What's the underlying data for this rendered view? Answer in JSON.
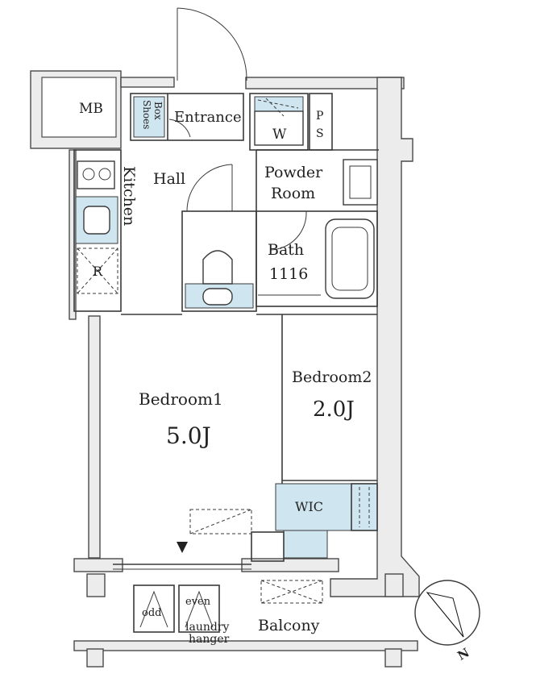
{
  "rooms": {
    "mb": "MB",
    "shoes_box": [
      "Shoes",
      "Box"
    ],
    "entrance": "Entrance",
    "washer": "W",
    "ps": [
      "P",
      "S"
    ],
    "hall": "Hall",
    "powder_room": [
      "Powder",
      "Room"
    ],
    "kitchen": "Kitchen",
    "refrigerator": "R",
    "bath": [
      "Bath",
      "1116"
    ],
    "bedroom1": {
      "name": "Bedroom1",
      "size": "5.0J"
    },
    "bedroom2": {
      "name": "Bedroom2",
      "size": "2.0J"
    },
    "wic": "WIC",
    "odd": "odd",
    "even": "even",
    "laundry_hanger": [
      "laundry",
      "hanger"
    ],
    "balcony": "Balcony"
  },
  "compass": {
    "north": "N"
  },
  "colors": {
    "wet_area": "#cfe6f1",
    "wall": "#ececec",
    "line": "#3a3a3a"
  }
}
